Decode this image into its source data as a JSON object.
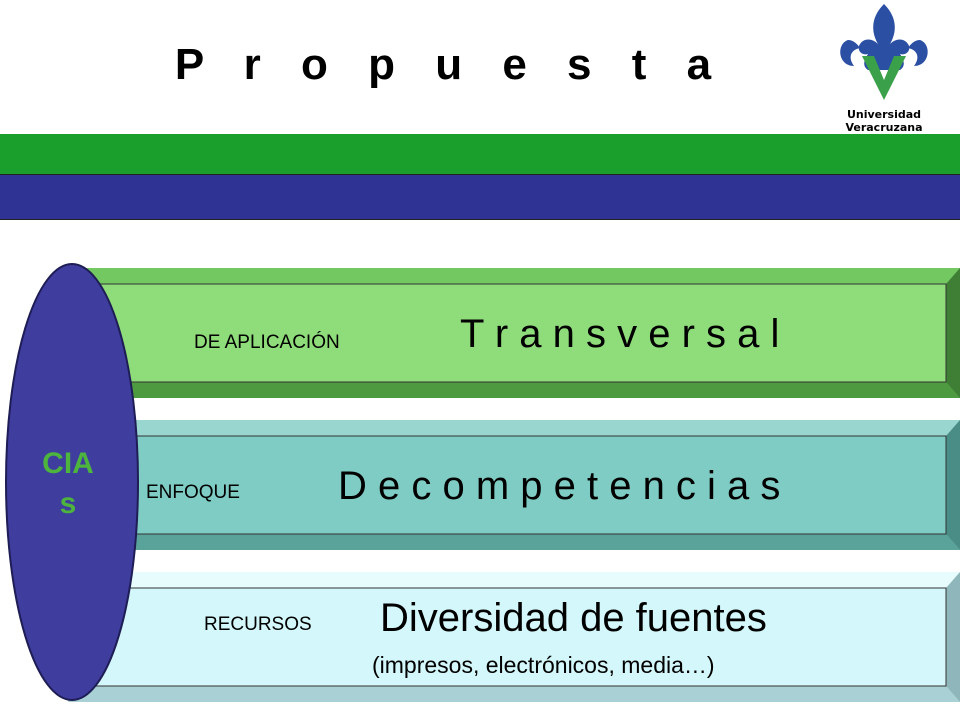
{
  "slide": {
    "title": "P r o p u e s t a",
    "logo_text": "Universidad Veracruzana",
    "ellipse_text_line1": "CIA",
    "ellipse_text_line2": "s",
    "bars": [
      {
        "label": "DE APLICACIÓN",
        "value": "T r a n s v e r s a l",
        "color": "#8fdc7a"
      },
      {
        "label": "ENFOQUE",
        "value": "D e  c o m p e t e n c i a s",
        "color": "#7fccc4"
      },
      {
        "label": "RECURSOS",
        "value": "Diversidad de fuentes",
        "value_line2": "(impresos, electrónicos, media…)",
        "color": "#d3f7fa"
      }
    ]
  },
  "colors": {
    "green_band": "#1a9e2c",
    "blue_band": "#2f3394",
    "ellipse": "#3f3d9e",
    "ellipse_text": "#4db53d"
  }
}
